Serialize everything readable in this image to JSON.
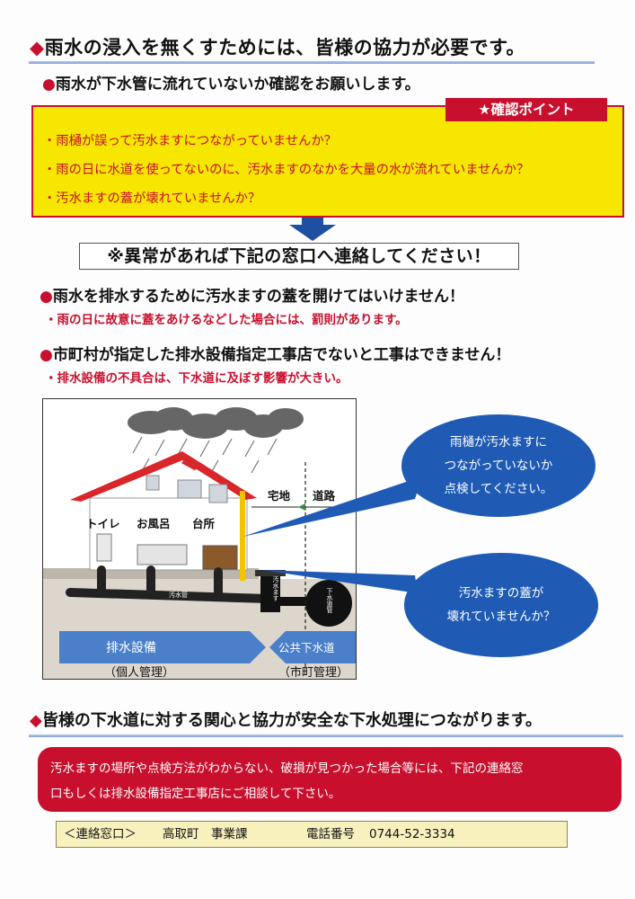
{
  "header": {
    "title": "雨水の浸入を無くすためには、皆様の協力が必要です。",
    "request": "雨水が下水管に流れていないか確認をお願いします。"
  },
  "check": {
    "tab_label": "★確認ポイント",
    "items": [
      "・雨樋が誤って汚水ますにつながっていませんか？",
      "・雨の日に水道を使ってないのに、汚水ますのなかを大量の水が流れていませんか？",
      "・汚水ますの蓋が壊れていませんか？"
    ]
  },
  "notice": "※異常があれば下記の窓口へ連絡してください！",
  "rules": [
    {
      "heading": "雨水を排水するために汚水ますの蓋を開けてはいけません！",
      "note": "・雨の日に故意に蓋をあけるなどした場合には、罰則があります。"
    },
    {
      "heading": "市町村が指定した排水設備指定工事店でないと工事はできません！",
      "note": "・排水設備の不具合は、下水道に及ぼす影響が大きい。"
    }
  ],
  "diagram": {
    "rooms": [
      "トイレ",
      "お風呂",
      "台所"
    ],
    "lot_label": "宅地",
    "road_label": "道路",
    "pipe_label": "汚水管",
    "basin_label": "汚水ます",
    "sewer_label": "下水道管",
    "private_label": "排水設備",
    "private_mgmt": "（個人管理）",
    "public_label": "公共下水道",
    "public_mgmt": "（市町管理）"
  },
  "bubbles": [
    {
      "lines": [
        "雨樋が汚水ますに",
        "つながっていないか",
        "点検してください。"
      ]
    },
    {
      "lines": [
        "汚水ますの蓋が",
        "壊れていませんか？"
      ]
    }
  ],
  "footer_title": "皆様の下水道に対する関心と協力が安全な下水処理につながります。",
  "contact": {
    "message_line1": "汚水ますの場所や点検方法がわからない、破損が見つかった場合等には、下記の連絡窓",
    "message_line2": "口もしくは排水設備指定工事店にご相談して下さい。",
    "window_label": "＜連絡窓口＞",
    "office": "高取町　事業課",
    "phone_label": "電話番号",
    "phone": "0744-52-3334"
  },
  "colors": {
    "accent_red": "#c8102e",
    "yellow": "#f6e600",
    "bubble_blue": "#1f5bb5",
    "rule_blue": "#7fa3d6"
  }
}
